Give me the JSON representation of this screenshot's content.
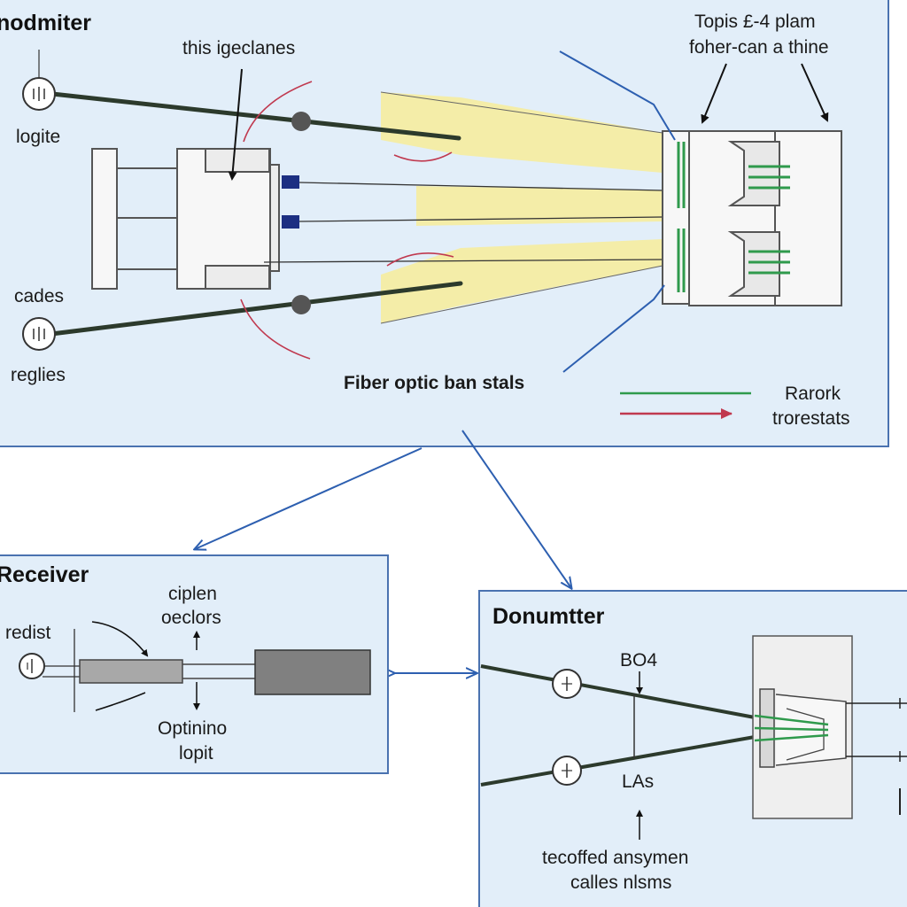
{
  "colors": {
    "panel_fill": "#e2eef9",
    "panel_border": "#4a72b0",
    "beam": "#f4eda8",
    "fiber_green": "#2f9a4c",
    "signal_red": "#c0394f",
    "arrow_blue": "#2d5fb0",
    "cable_dark": "#2c3a2c"
  },
  "top_panel": {
    "title": "nodmiter",
    "labels": {
      "callout": "this igeclanes",
      "top_right_1": "Topis £-4 plam",
      "top_right_2": "foher-can a thine",
      "logite": "logite",
      "cades": "cades",
      "reglies": "reglies",
      "fiber": "Fiber optic ban stals"
    },
    "legend": {
      "green_label": "Rarork",
      "red_label": "trorestats"
    }
  },
  "receiver_panel": {
    "title": "Receiver",
    "labels": {
      "redist": "redist",
      "ciplen": "ciplen",
      "oeclors": "oeclors",
      "optinino": "Optinino",
      "lopit": "lopit"
    }
  },
  "donumtter_panel": {
    "title": "Donumtter",
    "labels": {
      "bo4": "BO4",
      "las": "LAs",
      "bottom_1": "tecoffed ansymen",
      "bottom_2": "calles nlsms"
    }
  },
  "icons": [
    "gauge-icon",
    "gauge-icon",
    "gauge-icon",
    "gauge-icon",
    "gauge-icon"
  ]
}
